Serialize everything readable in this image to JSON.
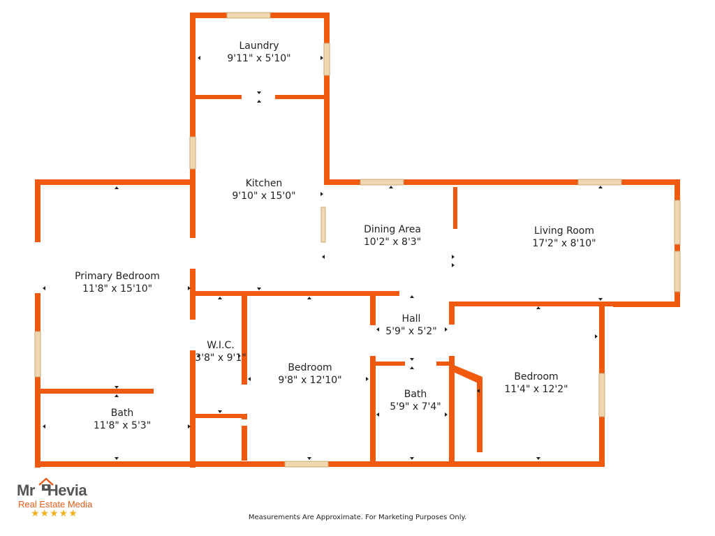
{
  "colors": {
    "wall": "#f05a0e",
    "window": "#f2d8b0",
    "label": "#222222",
    "accent": "#e85d1a",
    "star": "#f2b01e"
  },
  "rooms": [
    {
      "id": "laundry",
      "name": "Laundry",
      "dims": "9'11\" x 5'10\""
    },
    {
      "id": "kitchen",
      "name": "Kitchen",
      "dims": "9'10\" x 15'0\""
    },
    {
      "id": "dining-area",
      "name": "Dining Area",
      "dims": "10'2\" x 8'3\""
    },
    {
      "id": "living-room",
      "name": "Living Room",
      "dims": "17'2\" x 8'10\""
    },
    {
      "id": "primary-bedroom",
      "name": "Primary Bedroom",
      "dims": "11'8\" x 15'10\""
    },
    {
      "id": "wic",
      "name": "W.I.C.",
      "dims": "3'8\" x 9'1\""
    },
    {
      "id": "bedroom-2",
      "name": "Bedroom",
      "dims": "9'8\" x 12'10\""
    },
    {
      "id": "hall",
      "name": "Hall",
      "dims": "5'9\" x 5'2\""
    },
    {
      "id": "bath-hall",
      "name": "Bath",
      "dims": "5'9\" x 7'4\""
    },
    {
      "id": "bedroom-3",
      "name": "Bedroom",
      "dims": "11'4\" x 12'2\""
    },
    {
      "id": "bath-primary",
      "name": "Bath",
      "dims": "11'8\" x 5'3\""
    }
  ],
  "footer": {
    "disclaimer": "Measurements Are Approximate. For Marketing Purposes Only."
  },
  "logo": {
    "brand_left": "Mr",
    "brand_right": "Hevia",
    "subtitle": "Real Estate Media",
    "stars": "★★★★★"
  }
}
